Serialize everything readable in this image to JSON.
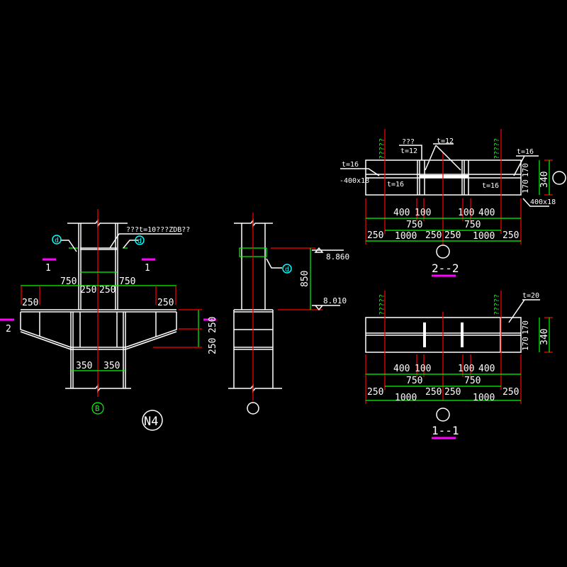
{
  "colors": {
    "background": "#000000",
    "lines": "#ffffff",
    "axis": "#ff0000",
    "dimension": "#00ff00",
    "section_mark": "#ff00ff",
    "tag": "#00ffff"
  },
  "elevation": {
    "note": "???t=10???ZDB??",
    "tag_left": "d",
    "tag_right": "d",
    "section_1_left": "1",
    "section_1_right": "1",
    "section_2": "2",
    "dims_top": [
      "750",
      "250",
      "250",
      "750"
    ],
    "dims_250_left": "250",
    "dims_250_right": "250",
    "dims_vertical": [
      "250",
      "250"
    ],
    "dims_bottom": [
      "350",
      "350"
    ],
    "axis_label": "B",
    "drawing_id": "N4"
  },
  "side_view": {
    "tag": "d",
    "elev_top": "8.860",
    "elev_bottom": "8.010",
    "height": "850"
  },
  "section_2_2": {
    "title": "2--2",
    "notes": {
      "stiff_left": "?????",
      "stiff_right": "?????",
      "q": "???",
      "t12a": "t=12",
      "t12b": "t=12",
      "t16_left": "t=16",
      "t16_right": "t=16",
      "t16_in_left": "t=16",
      "t16_in_right": "t=16",
      "plate_left": "-400x18",
      "plate_right": "400x18"
    },
    "dims_row1": [
      "400",
      "100",
      "100",
      "400"
    ],
    "dims_row2": [
      "750",
      "750"
    ],
    "dims_row3": [
      "250",
      "1000",
      "250",
      "250",
      "1000",
      "250"
    ],
    "dims_right": [
      "170",
      "170",
      "340"
    ]
  },
  "section_1_1": {
    "title": "1--1",
    "notes": {
      "stiff_left": "?????",
      "stiff_right": "?????",
      "t20": "t=20"
    },
    "dims_row1": [
      "400",
      "100",
      "100",
      "400"
    ],
    "dims_row2": [
      "750",
      "750"
    ],
    "dims_row3": [
      "250",
      "1000",
      "250",
      "250",
      "1000",
      "250"
    ],
    "dims_right": [
      "170",
      "170",
      "340"
    ]
  }
}
